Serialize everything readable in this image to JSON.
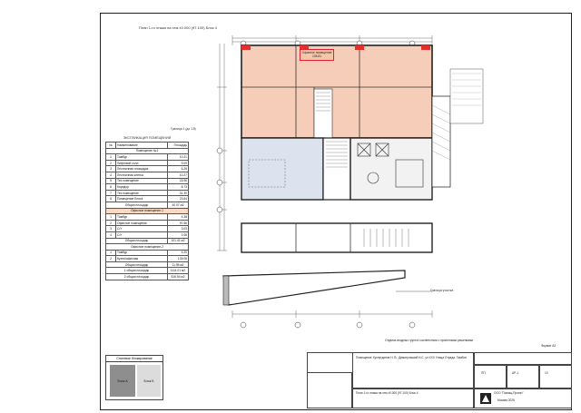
{
  "sheet": {
    "plan_title": "План 1-го этажа на отм.±0.000 (97.100) Блок 4",
    "scale_note": "Граница 1 (до 1.8)",
    "outside_label": "Граница участка",
    "format": "Формат А3"
  },
  "callout": {
    "name": "Офисное помещение",
    "area": "135.81"
  },
  "explication": {
    "title": "ЭКСПЛИКАЦИЯ ПОМЕЩЕНИЙ",
    "headers": [
      "№",
      "Наименование",
      "Площадь"
    ],
    "sections": [
      {
        "title": "Помещение №1",
        "highlight": false,
        "rows": [
          [
            "1",
            "Тамбур",
            "10.21"
          ],
          [
            "2",
            "Лифтовой холл",
            "9.09"
          ],
          [
            "3",
            "Лестничная площадка",
            "6.26"
          ],
          [
            "4",
            "Лестничная клетка",
            "10.27"
          ],
          [
            "5",
            "Тех.помещение",
            "18.96"
          ],
          [
            "6",
            "Коридор",
            "8.73"
          ],
          [
            "7",
            "Тех.помещение",
            "31.30"
          ],
          [
            "8",
            "Помещение Блок4",
            "23.64"
          ]
        ],
        "total_label": "Общая площадь",
        "total": "40.07 м2"
      },
      {
        "title": "Офисное помещение-1",
        "highlight": true,
        "rows": [
          [
            "1",
            "Тамбур",
            "4.38"
          ],
          [
            "2",
            "Офисное помещение",
            "97.66"
          ],
          [
            "3",
            "С/У",
            "3.03"
          ],
          [
            "4",
            "С/У",
            "2.06"
          ]
        ],
        "total_label": "Общая площадь",
        "total": "101.41 м2"
      },
      {
        "title": "Офисное помещение-2",
        "highlight": false,
        "rows": [
          [
            "1",
            "Тамбур",
            "4.20"
          ],
          [
            "2",
            "Кухня/офисная",
            "139.06"
          ]
        ],
        "total_label": "Общая площадь",
        "total": "11.95 м2"
      }
    ],
    "extra_totals": [
      "1 общая площадь",
      "2 общая площадь"
    ],
    "extra_values": [
      "1111.01 м2",
      "516.94 м2"
    ]
  },
  "legend": {
    "title": "Стилевое блокирование",
    "a": "Блок А",
    "b": "Блок Б"
  },
  "stamp": {
    "project": "Помещение Хуснутдинов Н. В., Димитровский Н.С. ул.ХХХ Улица Отрада, Тамбов",
    "drawing": "План 1-го этажа на отм.±0.000 (97.100) Блок 4",
    "stage": "ПП",
    "sheet_no": "АР-1",
    "sheets": "10",
    "company": "ООО \"Помощ-Проект\"",
    "city": "Москва 2026"
  },
  "note": "Отделка входных групп в соответствии с проектными решениями"
}
